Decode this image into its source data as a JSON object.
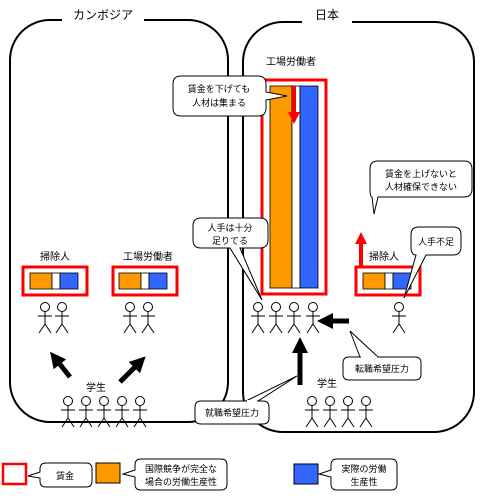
{
  "panels": {
    "cambodia": {
      "title": "カンボジア",
      "cleaner_label": "掃除人",
      "factory_worker_label": "工場労働者",
      "students_label": "学生"
    },
    "japan": {
      "title": "日本",
      "factory_worker_label": "工場労働者",
      "cleaner_label": "掃除人",
      "students_label": "学生"
    }
  },
  "callouts": {
    "wage_down": [
      "賃金を下げても",
      "人材は集まる"
    ],
    "wage_up": [
      "賃金を上げないと",
      "人材確保できない"
    ],
    "enough_hands": [
      "人手は十分",
      "足りてる"
    ],
    "shortage": "人手不足",
    "job_change": "転職希望圧力",
    "job_seek": "就職希望圧力"
  },
  "legend": {
    "wage": "賃金",
    "full_competition": [
      "国際競争が完全な",
      "場合の労働生産性"
    ],
    "actual": [
      "実際の労働",
      "生産性"
    ]
  },
  "colors": {
    "wage_outline": "#ff0000",
    "orange": "#ff9900",
    "blue": "#3366ff",
    "arrow_red": "#ff0000",
    "arrow_black": "#000000"
  }
}
